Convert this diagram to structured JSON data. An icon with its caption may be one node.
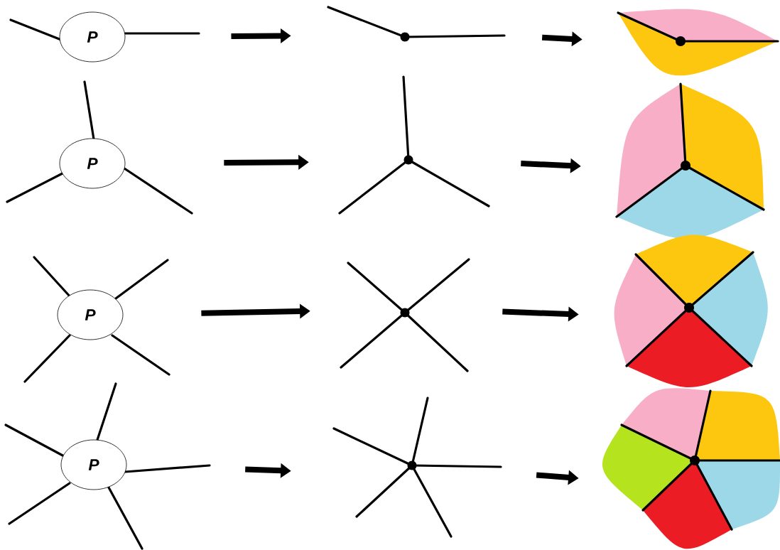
{
  "diagram": {
    "nodes": [
      {
        "text": [
          "P"
        ]
      },
      {
        "text": [],
        "shape": "picture"
      },
      {
        "text": [],
        "shape": "picture"
      },
      {
        "text": [
          "P"
        ]
      },
      {
        "text": [],
        "shape": "picture"
      },
      {
        "text": [],
        "shape": "picture"
      },
      {
        "text": [
          "P"
        ]
      },
      {
        "text": [],
        "shape": "picture"
      },
      {
        "text": [],
        "shape": "picture"
      },
      {
        "text": [
          "P"
        ]
      },
      {
        "text": [],
        "shape": "picture"
      },
      {
        "text": [],
        "shape": "picture"
      }
    ],
    "edges": [
      {
        "from": 0,
        "to": 1,
        "arrow": "to"
      },
      {
        "from": 1,
        "to": 2,
        "arrow": "to"
      },
      {
        "from": 3,
        "to": 4,
        "arrow": "to"
      },
      {
        "from": 4,
        "to": 5,
        "arrow": "to"
      },
      {
        "from": 6,
        "to": 7,
        "arrow": "to"
      },
      {
        "from": 7,
        "to": 8,
        "arrow": "to"
      },
      {
        "from": 9,
        "to": 10,
        "arrow": "to"
      },
      {
        "from": 10,
        "to": 11,
        "arrow": "to"
      }
    ]
  }
}
